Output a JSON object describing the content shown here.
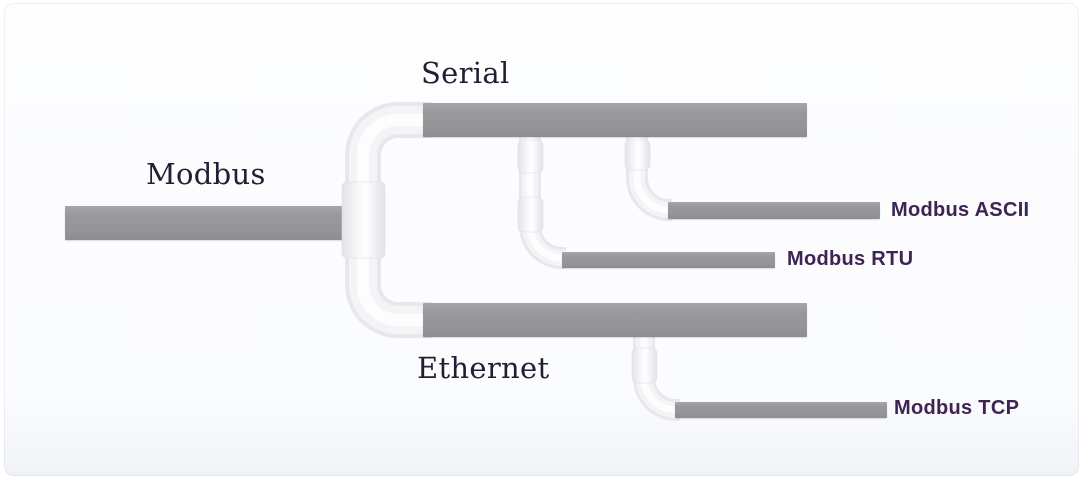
{
  "diagram": {
    "root": {
      "label": "Modbus"
    },
    "branches": {
      "serial": {
        "label": "Serial",
        "leaves": {
          "ascii": {
            "label": "Modbus ASCII"
          },
          "rtu": {
            "label": "Modbus RTU"
          }
        }
      },
      "ethernet": {
        "label": "Ethernet",
        "leaves": {
          "tcp": {
            "label": "Modbus TCP"
          }
        }
      }
    },
    "colors": {
      "bar": "#99989b",
      "branch_label": "#211d33",
      "leaf_label": "#3e2353",
      "pipe": "#f2f2f6",
      "canvas": "#fcfdfe"
    }
  }
}
